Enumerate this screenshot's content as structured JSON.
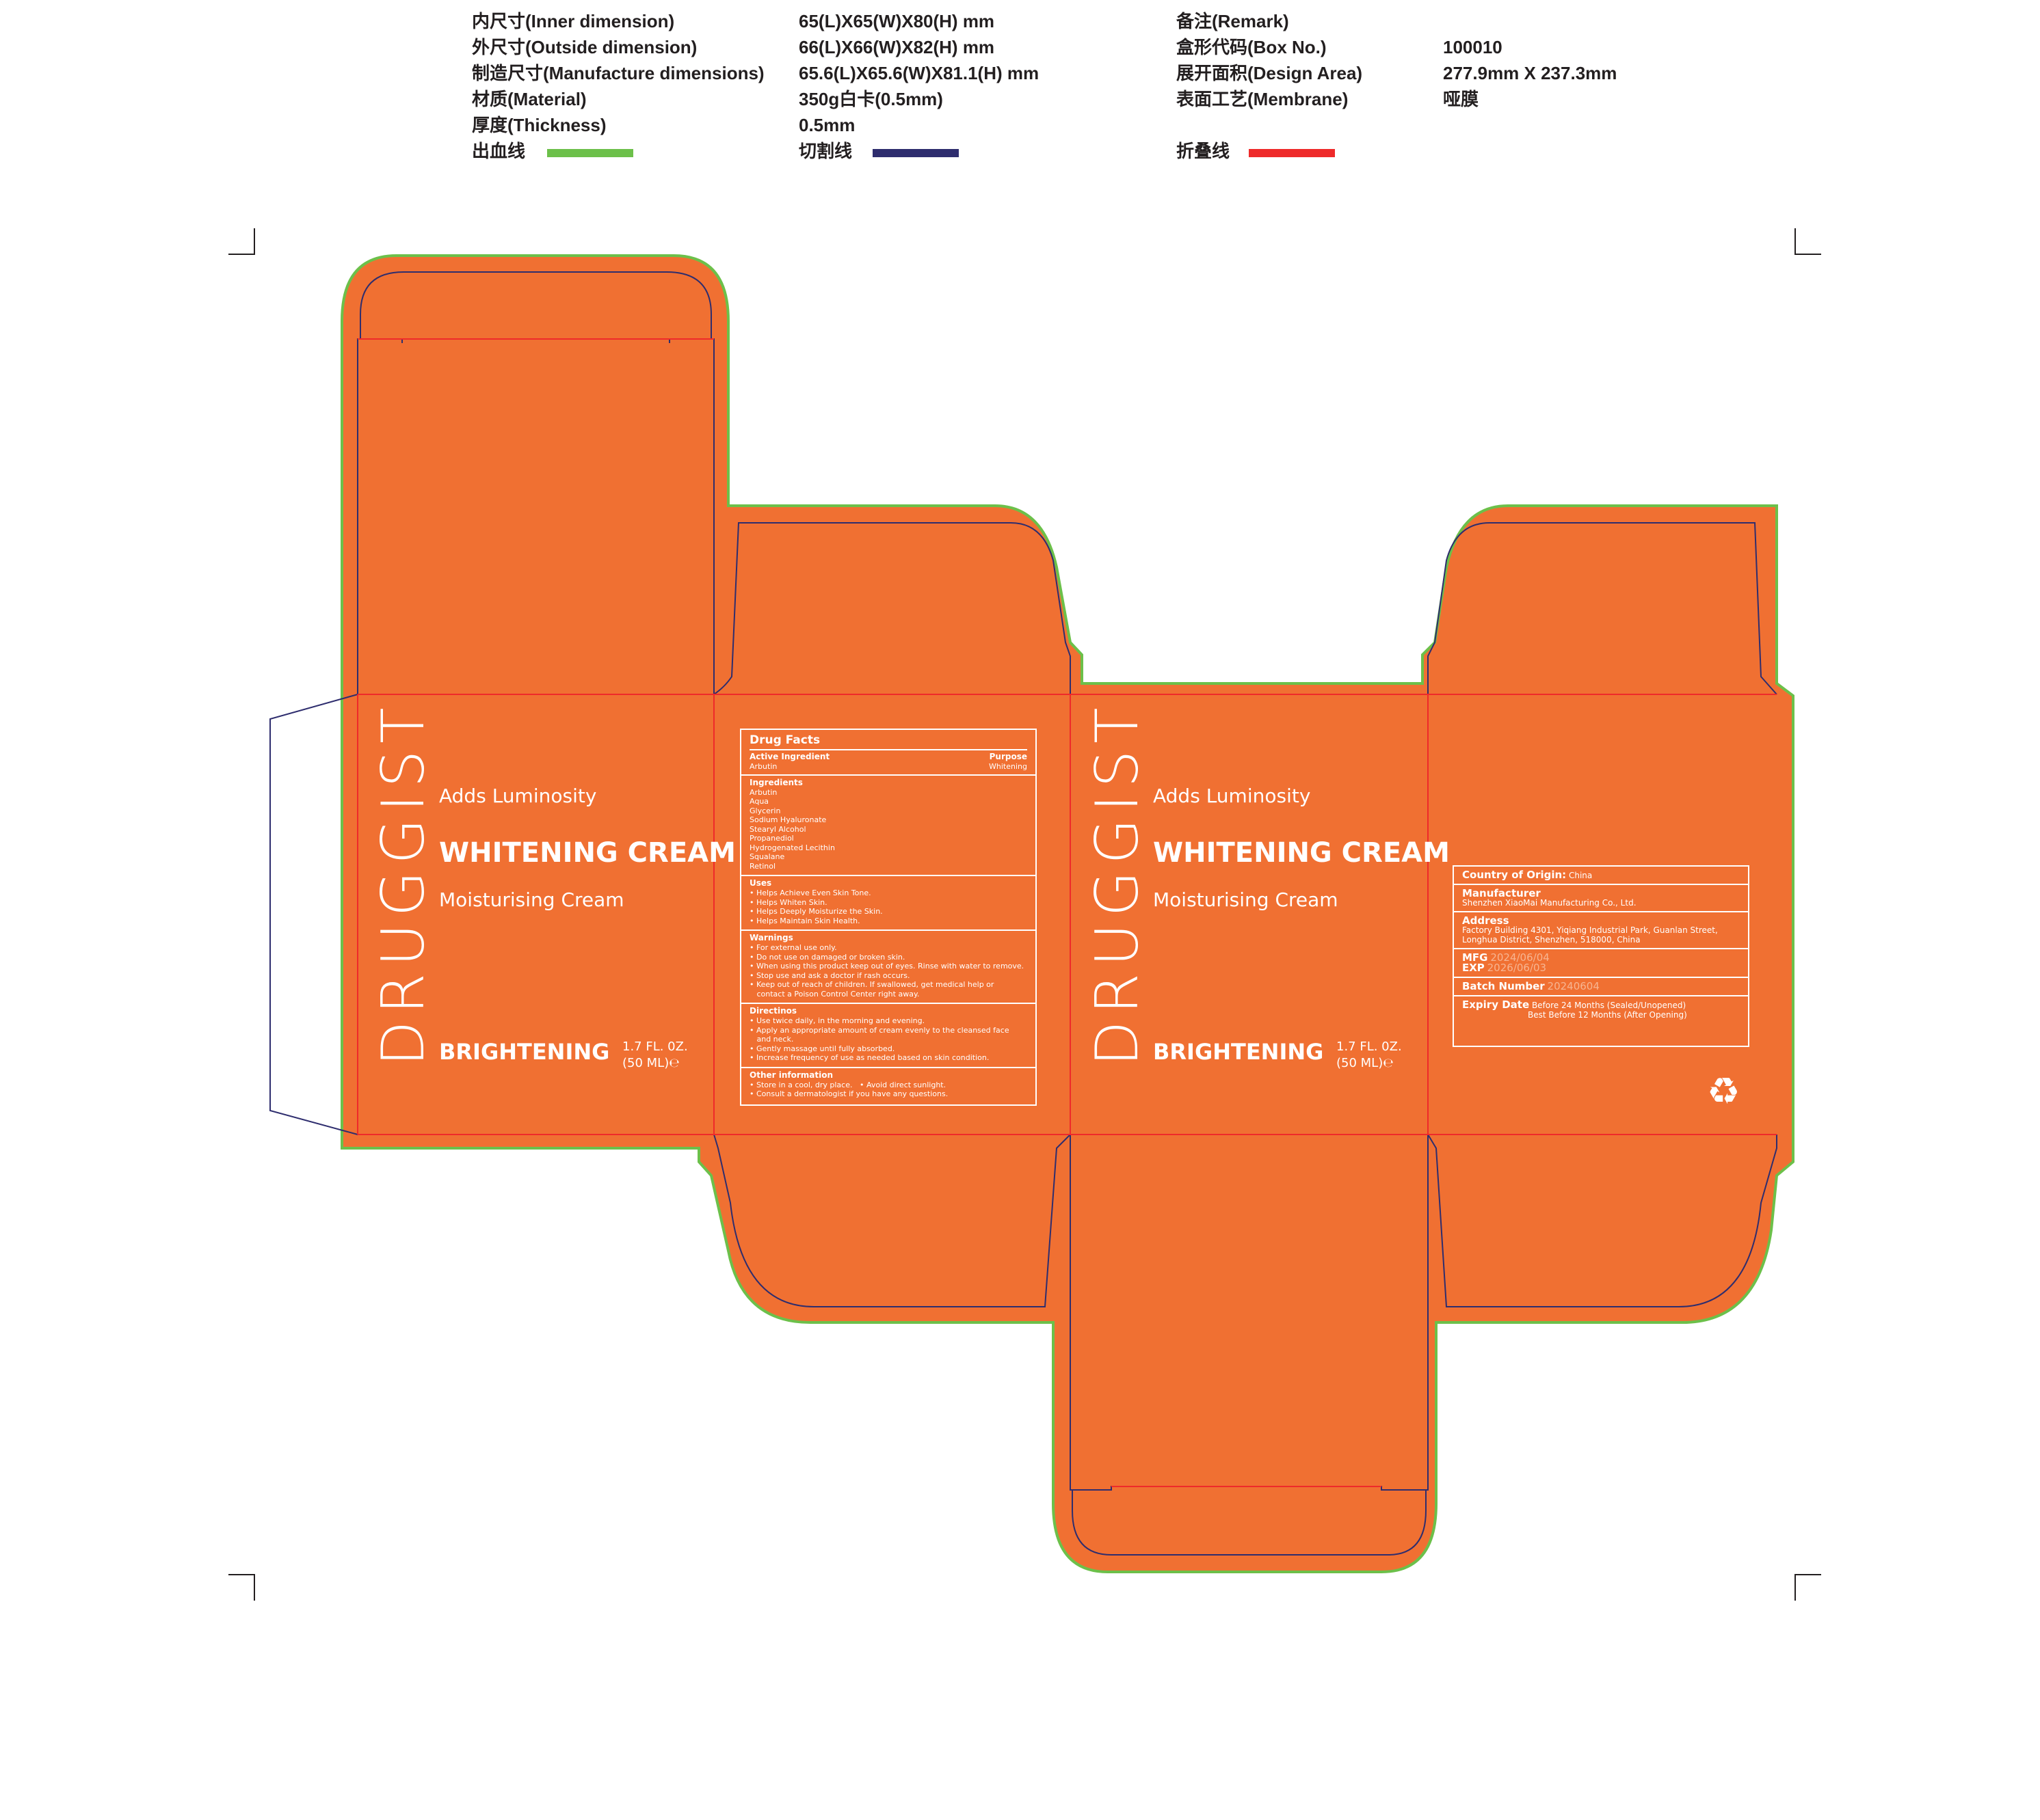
{
  "spec": {
    "left_rows": [
      {
        "label": "内尺寸(Inner dimension)",
        "value": "65(L)X65(W)X80(H) mm"
      },
      {
        "label": "外尺寸(Outside dimension)",
        "value": "66(L)X66(W)X82(H) mm"
      },
      {
        "label": "制造尺寸(Manufacture dimensions)",
        "value": "65.6(L)X65.6(W)X81.1(H) mm"
      },
      {
        "label": "材质(Material)",
        "value": "350g白卡(0.5mm)"
      },
      {
        "label": "厚度(Thickness)",
        "value": "0.5mm"
      }
    ],
    "right_rows": [
      {
        "label": "备注(Remark)",
        "value": ""
      },
      {
        "label": "盒形代码(Box No.)",
        "value": "100010"
      },
      {
        "label": "展开面积(Design Area)",
        "value": "277.9mm X 237.3mm"
      },
      {
        "label": "表面工艺(Membrane)",
        "value": "哑膜"
      }
    ],
    "legend": [
      {
        "label": "出血线",
        "color": "#6cc04a"
      },
      {
        "label": "切割线",
        "color": "#2e2d6e"
      },
      {
        "label": "折叠线",
        "color": "#ee2a2a"
      }
    ]
  },
  "colors": {
    "box_fill": "#f07032",
    "bleed": "#6cc04a",
    "cut": "#2e2d6e",
    "fold": "#ee2a2a"
  },
  "front": {
    "brand": "DRUGGIST",
    "tagline": "Adds Luminosity",
    "title": "WHITENING CREAM",
    "subtitle": "Moisturising Cream",
    "claim": "BRIGHTENING",
    "volume_line1": "1.7 FL. 0Z.",
    "volume_line2": "(50 ML)℮"
  },
  "drug_facts": {
    "title": "Drug Facts",
    "active_label": "Active Ingredient",
    "purpose_label": "Purpose",
    "active_value": "Arbutin",
    "purpose_value": "Whitening",
    "ingredients_label": "Ingredients",
    "ingredients": [
      "Arbutin",
      "Aqua",
      "Glycerin",
      "Sodium Hyaluronate",
      "Stearyl Alcohol",
      "Propanediol",
      "Hydrogenated Lecithin",
      "Squalane",
      "Retinol"
    ],
    "uses_label": "Uses",
    "uses": [
      "• Helps Achieve Even Skin Tone.",
      "• Helps Whiten Skin.",
      "• Helps Deeply Moisturize the Skin.",
      "• Helps Maintain Skin Health."
    ],
    "warnings_label": "Warnings",
    "warnings": [
      "• For external use only.",
      "• Do not use on damaged or broken skin.",
      "• When using this product keep out of eyes. Rinse with water to remove.",
      "• Stop use and ask a doctor if rash occurs.",
      "• Keep out of reach of children. If swallowed, get medical help or",
      "   contact a Poison Control Center right away."
    ],
    "directions_label": "Directinos",
    "directions": [
      "• Use twice daily, in the morning and evening.",
      "• Apply an appropriate amount of cream evenly to the cleansed face",
      "   and neck.",
      "• Gently massage until fully absorbed.",
      "• Increase frequency of use as needed based on skin condition."
    ],
    "other_label": "Other information",
    "other": [
      "• Store in a cool, dry place.   • Avoid direct sunlight.",
      "• Consult a dermatologist if you have any questions."
    ]
  },
  "info": {
    "origin_label": "Country of Origin:",
    "origin_value": "China",
    "manufacturer_label": "Manufacturer",
    "manufacturer_value": "Shenzhen XiaoMai Manufacturing Co., Ltd.",
    "address_label": "Address",
    "address_line1": "Factory Building 4301, Yiqiang Industrial Park, Guanlan Street,",
    "address_line2": "Longhua District, Shenzhen, 518000, China",
    "mfg_label": "MFG",
    "mfg_value": "2024/06/04",
    "exp_label": "EXP",
    "exp_value": "2026/06/03",
    "batch_label": "Batch Number",
    "batch_value": "20240604",
    "expiry_label": "Expiry Date",
    "expiry_line1": "Before 24 Months (Sealed/Unopened)",
    "expiry_line2": "Best Before 12 Months (After Opening)",
    "recycle_icon": "recycle-icon"
  }
}
